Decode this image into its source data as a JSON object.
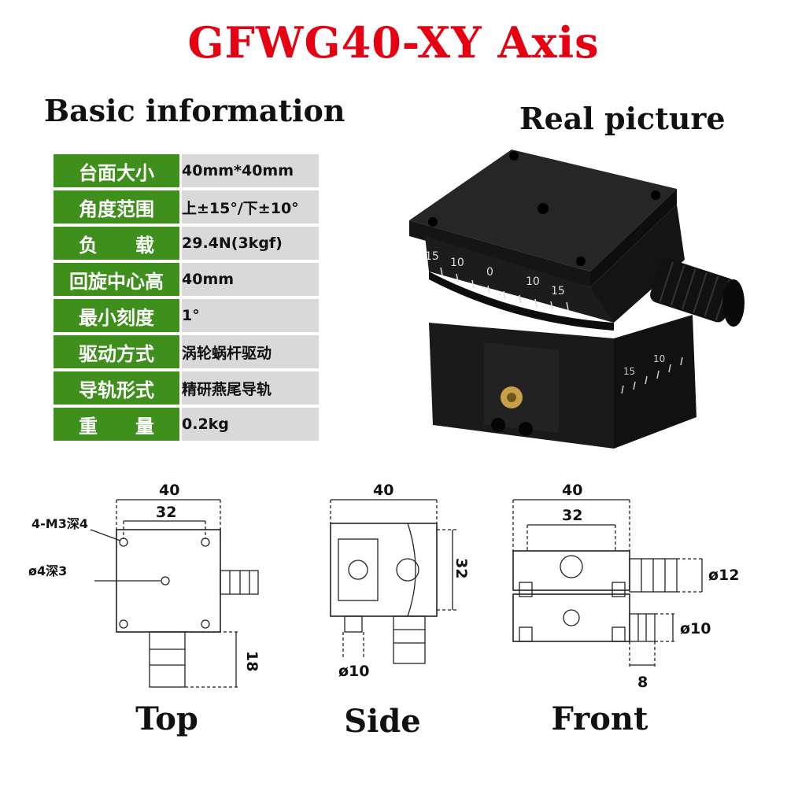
{
  "title": "GFWG40-XY Axis",
  "basic_heading": "Basic information",
  "real_heading": "Real picture",
  "specs": [
    {
      "key": "台面大小",
      "value": "40mm*40mm"
    },
    {
      "key": "角度范围",
      "value": "上±15°/下±10°"
    },
    {
      "key": "负载",
      "value": "29.4N(3kgf)"
    },
    {
      "key": "回旋中心高",
      "value": "40mm"
    },
    {
      "key": "最小刻度",
      "value": "1°"
    },
    {
      "key": "驱动方式",
      "value": "涡轮蜗杆驱动"
    },
    {
      "key": "导轨形式",
      "value": "精研燕尾导轨"
    },
    {
      "key": "重量",
      "value": "0.2kg"
    }
  ],
  "photo": {
    "scale_upper": [
      "15",
      "10",
      "0",
      "10",
      "15"
    ],
    "scale_lower": [
      "15",
      "10"
    ]
  },
  "views": {
    "top": {
      "caption": "Top",
      "dim_outer": "40",
      "dim_inner": "32",
      "hole_label": "4-M3深4",
      "center_label": "ø4深3",
      "knob_offset": "18"
    },
    "side": {
      "caption": "Side",
      "dim_width": "40",
      "dim_height": "32",
      "knob_dia": "ø10"
    },
    "front": {
      "caption": "Front",
      "dim_outer": "40",
      "dim_inner": "32",
      "knob_upper": "ø12",
      "knob_lower": "ø10",
      "knob_offset": "8"
    }
  },
  "colors": {
    "title": "#e60012",
    "key_bg": "#3f8f1c",
    "value_bg": "#d9d9d9",
    "stage": "#1c1c1c"
  }
}
